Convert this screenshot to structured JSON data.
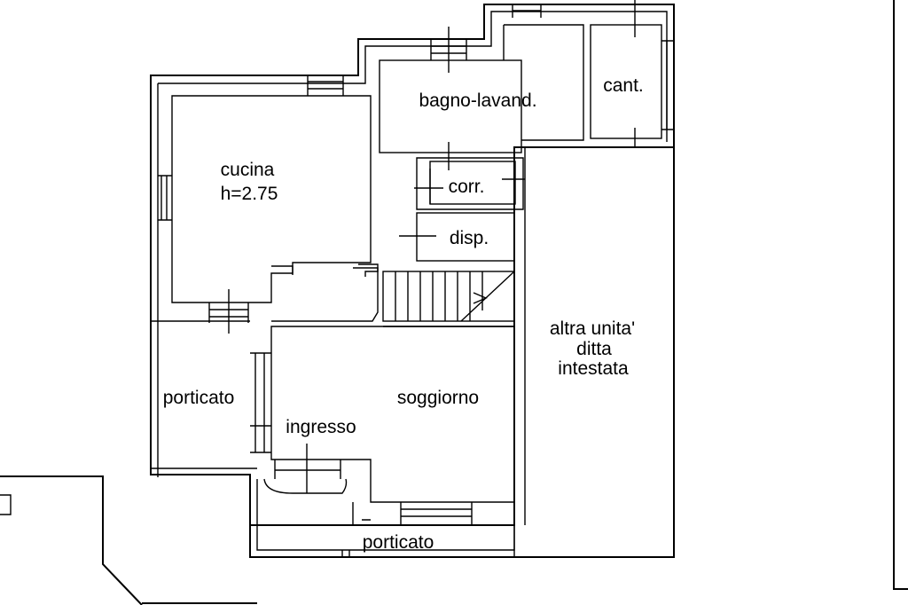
{
  "rooms": {
    "cucina": "cucina",
    "cucina_height": "h=2.75",
    "bagno": "bagno-lavand.",
    "cantina": "cant.",
    "corridoio": "corr.",
    "dispensa": "disp.",
    "altra_line1": "altra unita'",
    "altra_line2": "ditta",
    "altra_line3": "intestata",
    "portico_left": "porticato",
    "soggiorno": "soggiorno",
    "ingresso": "ingresso",
    "portico_bottom": "porticato"
  }
}
